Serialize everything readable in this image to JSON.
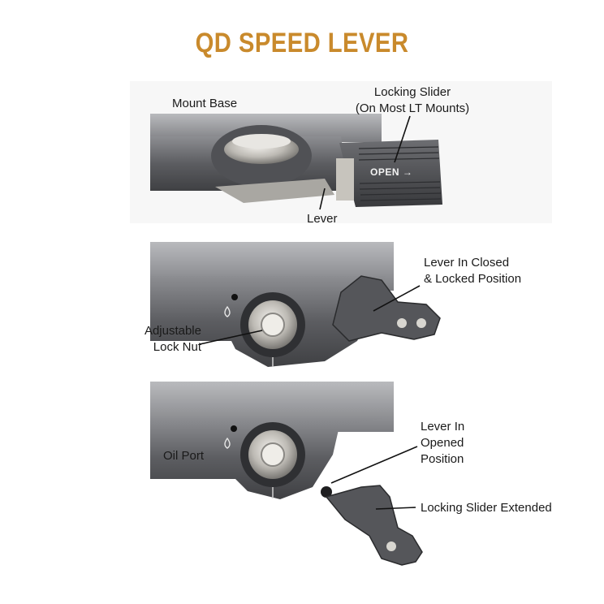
{
  "title": "QD SPEED LEVER",
  "colors": {
    "title": "#c98a2c",
    "metal_dark": "#4a4b4e",
    "metal_mid": "#6b6c70",
    "metal_light": "#9c9da1",
    "steel": "#c9c6c0",
    "leader": "#111111"
  },
  "panel_top": {
    "mount_base_label": "Mount Base",
    "locking_slider_label_line1": "Locking Slider",
    "locking_slider_label_line2": "(On Most LT Mounts)",
    "lever_label": "Lever",
    "slider_engraving": "OPEN →"
  },
  "panel_middle": {
    "closed_label_line1": "Lever In Closed",
    "closed_label_line2": "& Locked Position",
    "lock_nut_label_line1": "Adjustable",
    "lock_nut_label_line2": "Lock Nut"
  },
  "panel_bottom": {
    "oil_port_label": "Oil Port",
    "opened_label_line1": "Lever In",
    "opened_label_line2": "Opened",
    "opened_label_line3": "Position",
    "slider_extended_label": "Locking Slider Extended"
  },
  "icons": [
    "oil-drop-icon",
    "oil-drop-icon"
  ]
}
